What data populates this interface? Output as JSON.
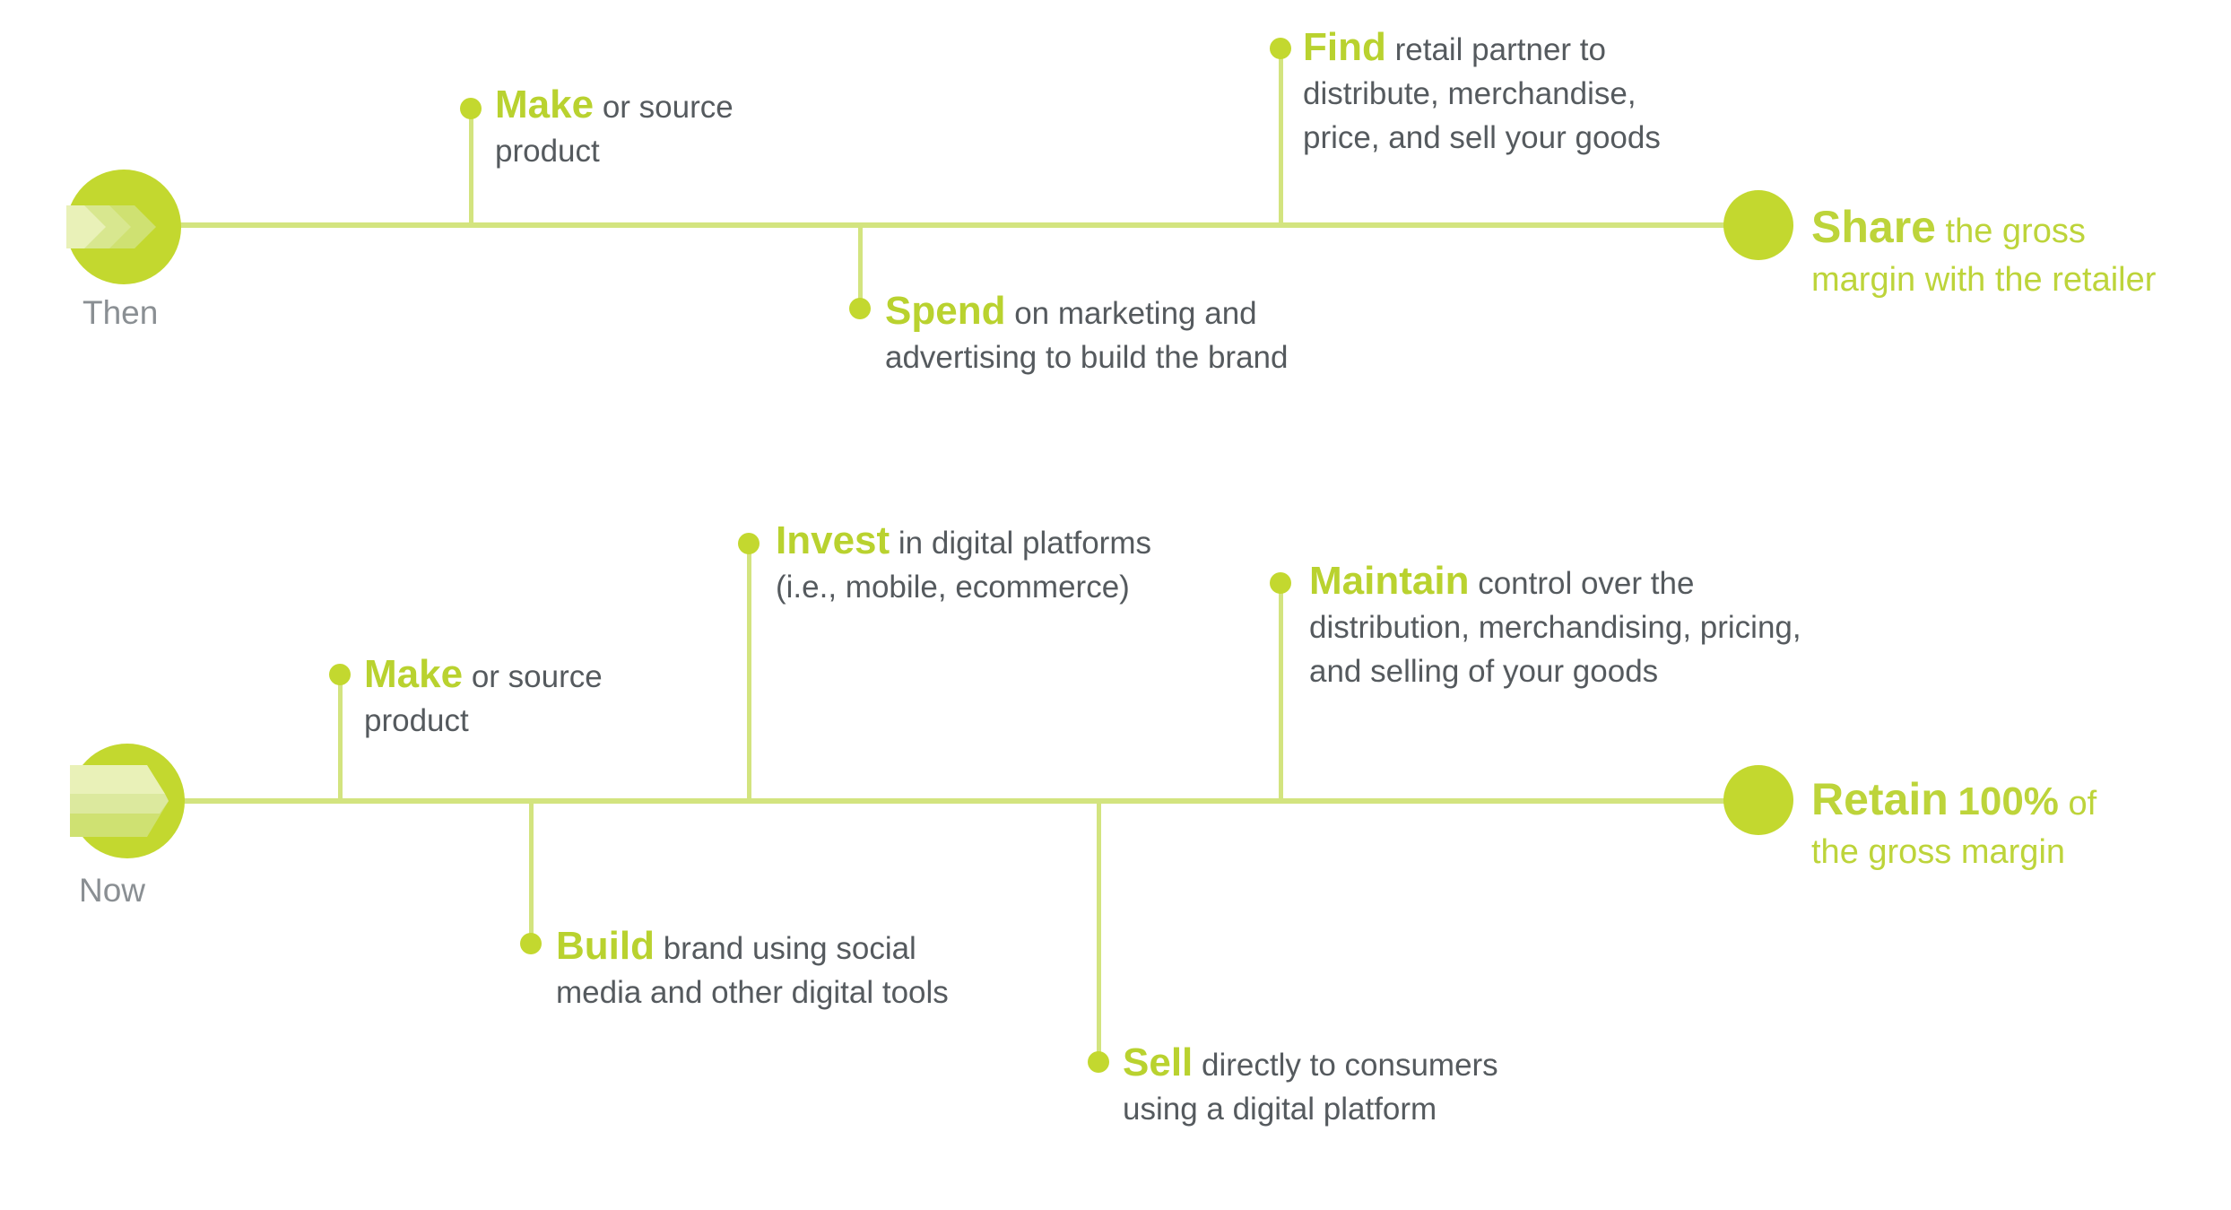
{
  "then": {
    "label": "Then",
    "steps": [
      {
        "keyword": "Make",
        "text_lines": [
          "or source",
          "product"
        ]
      },
      {
        "keyword": "Spend",
        "text_lines": [
          "on marketing and",
          "advertising to build the brand"
        ]
      },
      {
        "keyword": "Find",
        "text_lines": [
          "retail partner to",
          "distribute, merchandise,",
          "price, and sell your goods"
        ]
      }
    ],
    "outcome": {
      "keyword": "Share",
      "text_lines": [
        "the gross",
        "margin with the retailer"
      ]
    }
  },
  "now": {
    "label": "Now",
    "steps": [
      {
        "keyword": "Make",
        "text_lines": [
          "or source",
          "product"
        ]
      },
      {
        "keyword": "Build",
        "text_lines": [
          "brand using social",
          "media and other digital tools"
        ]
      },
      {
        "keyword": "Invest",
        "text_lines": [
          "in digital platforms",
          "(i.e., mobile, ecommerce)"
        ]
      },
      {
        "keyword": "Sell",
        "text_lines": [
          "directly to consumers",
          "using a digital platform"
        ]
      },
      {
        "keyword": "Maintain",
        "text_lines": [
          "control over the",
          "distribution, merchandising, pricing,",
          "and selling of your goods"
        ]
      }
    ],
    "outcome": {
      "keyword": "Retain",
      "percent": "100%",
      "text_lines": [
        "of",
        "the gross margin"
      ]
    }
  },
  "colors": {
    "accent": "#c3d82f",
    "line": "#d3e47f",
    "text": "#555a5e",
    "row_label": "#8a8f93"
  },
  "icons": {
    "start_badge": "chevron-arrow-icon"
  }
}
